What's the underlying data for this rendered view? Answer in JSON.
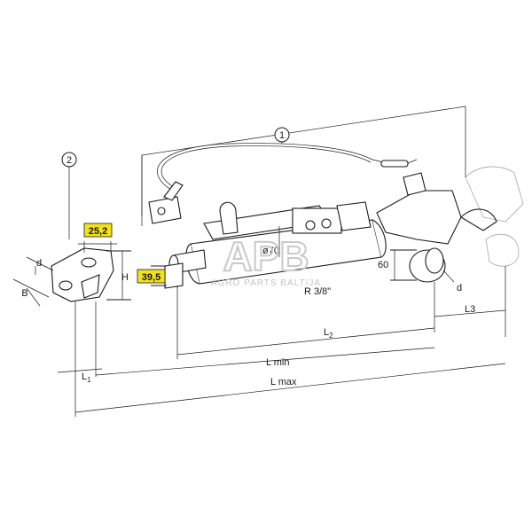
{
  "callouts": {
    "part_1": "1",
    "part_2": "2"
  },
  "highlights": {
    "fork_width": "25,2",
    "pin_offset": "39,5"
  },
  "labels": {
    "d_left": "d",
    "b": "B",
    "h": "H",
    "diameter": "ø70",
    "thread": "R 3/8\"",
    "height": "60",
    "d_right": "d",
    "l1": "L",
    "l1_sub": "1",
    "l2": "L",
    "l2_sub": "2",
    "l3": "L3",
    "lmin": "L min",
    "lmax": "L max"
  },
  "watermark": {
    "logo": "APB",
    "text": "AGRO PARTS BALTIJA"
  },
  "colors": {
    "highlight": "#f2e21c",
    "ink": "#1a1a1a",
    "watermark": "#c9c9c9"
  }
}
